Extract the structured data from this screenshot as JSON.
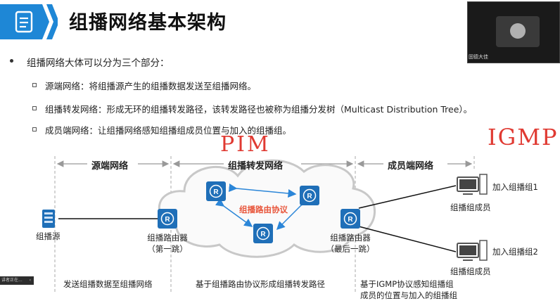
{
  "header": {
    "title": "组播网络基本架构",
    "icon": "document-icon",
    "accent_color": "#1e87d6"
  },
  "intro": "组播网络大体可以分为三个部分：",
  "parts": [
    "源端网络：将组播源产生的组播数据发送至组播网络。",
    "组播转发网络：形成无环的组播转发路径，该转发路径也被称为组播分发树（Multicast Distribution Tree）。",
    "成员端网络：让组播网络感知组播组成员位置与加入的组播组。"
  ],
  "annotations": {
    "pim": "PIM",
    "igmp": "IGMP"
  },
  "diagram": {
    "section_source": "源端网络",
    "section_forward": "组播转发网络",
    "section_member": "成员端网络",
    "source_label": "组播源",
    "router_first_label": "组播路由器",
    "router_first_sub": "（第一跳）",
    "protocol_label": "组播路由协议",
    "router_last_label": "组播路由器",
    "router_last_sub": "（最后一跳）",
    "member1_join": "加入组播组1",
    "member1_label": "组播组成员",
    "member2_join": "加入组播组2",
    "member2_label": "组播组成员",
    "desc_source": "发送组播数据至组播网络",
    "desc_forward": "基于组播路由协议形成组播转发路径",
    "desc_member_line1": "基于IGMP协议感知组播组",
    "desc_member_line2": "成员的位置与加入的组播组"
  },
  "video": {
    "name": "固德大佳"
  },
  "presenter_bar": {
    "label": "讲者正在..."
  }
}
